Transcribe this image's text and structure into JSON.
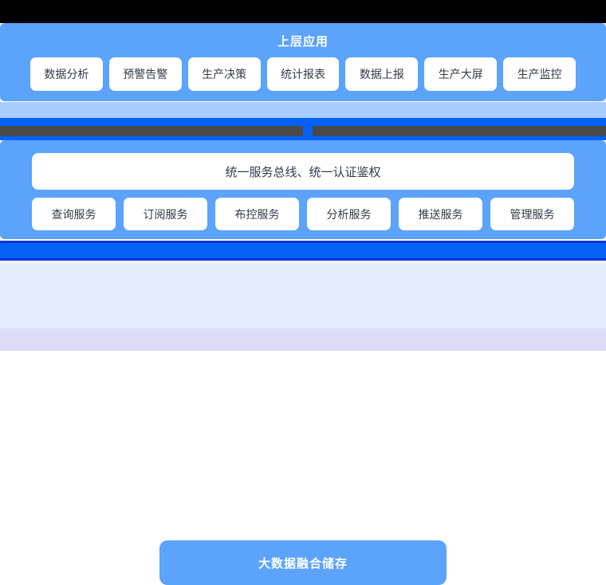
{
  "diagram": {
    "title": "上层应用",
    "layers": {
      "application": {
        "title": "上层应用",
        "chips": [
          {
            "label": "数据分析"
          },
          {
            "label": "预警告警"
          },
          {
            "label": "生产决策"
          },
          {
            "label": "统计报表"
          },
          {
            "label": "数据上报"
          },
          {
            "label": "生产大屏"
          },
          {
            "label": "生产监控"
          }
        ]
      },
      "divider": {
        "label": ""
      },
      "service": {
        "bus_label": "统一服务总线、统一认证鉴权",
        "chips": [
          {
            "label": "查询服务"
          },
          {
            "label": "订阅服务"
          },
          {
            "label": "布控服务"
          },
          {
            "label": "分析服务"
          },
          {
            "label": "推送服务"
          },
          {
            "label": "管理服务"
          }
        ]
      },
      "storage": {
        "label": "大数据融合储存"
      }
    },
    "colors": {
      "panel_blue": "#5ba3fb",
      "bright_blue": "#0561f5",
      "deep_blue": "#0433d8",
      "light_blue": "#a8cdfd",
      "storage_band": "#e2ecfb",
      "bottom_band": "#dcdcf8",
      "dark_band": "#4a4a4a",
      "chip_white": "#ffffff",
      "chip_text": "#333b46",
      "title_text": "#ffffff",
      "letterbox": "#000000"
    }
  }
}
